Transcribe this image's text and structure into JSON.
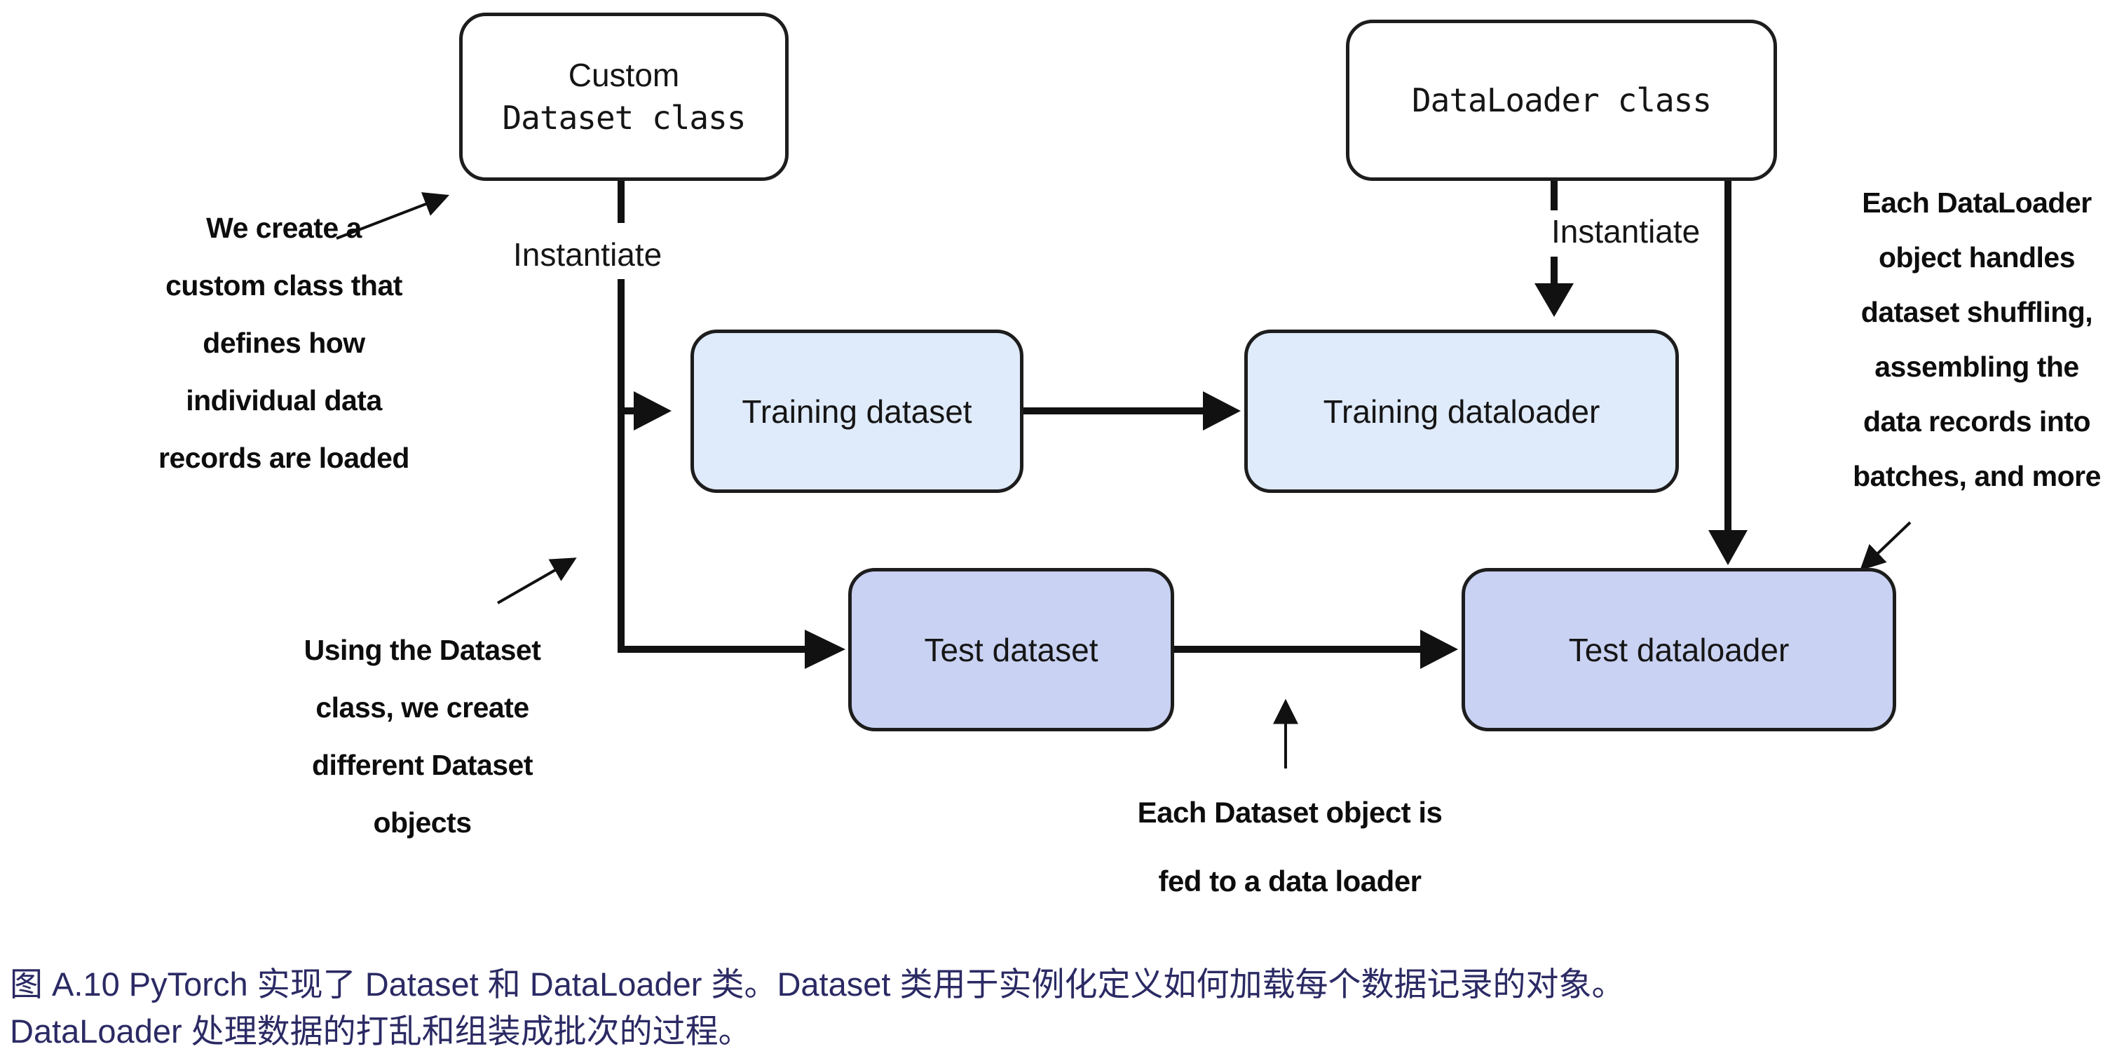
{
  "figure": {
    "boxes": {
      "custom_dataset_class": {
        "line1": "Custom",
        "line2": "Dataset class",
        "fill": "#ffffff"
      },
      "dataloader_class": {
        "label": "DataLoader class",
        "fill": "#ffffff"
      },
      "training_dataset": {
        "label": "Training dataset",
        "fill": "#dfeafa"
      },
      "training_dataloader": {
        "label": "Training dataloader",
        "fill": "#dfeafa"
      },
      "test_dataset": {
        "label": "Test dataset",
        "fill": "#c9d2f2"
      },
      "test_dataloader": {
        "label": "Test dataloader",
        "fill": "#c9d2f2"
      }
    },
    "edge_labels": {
      "instantiate_left": "Instantiate",
      "instantiate_right": "Instantiate"
    },
    "annotations": {
      "custom_note": {
        "lines": [
          "We create a",
          "custom class that",
          "defines how",
          "individual data",
          "records are loaded"
        ]
      },
      "dataset_objects_note": {
        "lines": [
          "Using the Dataset",
          "class, we create",
          "different Dataset",
          "objects"
        ]
      },
      "fed_note": {
        "lines": [
          "Each Dataset object is",
          "fed to a data loader"
        ]
      },
      "dataloader_note": {
        "lines": [
          "Each DataLoader",
          "object handles",
          "dataset shuffling,",
          "assembling the",
          "data records into",
          "batches, and more"
        ]
      }
    },
    "caption": {
      "line1": "图 A.10 PyTorch 实现了 Dataset 和 DataLoader 类。Dataset 类用于实例化定义如何加载每个数据记录的对象。",
      "line2": "DataLoader 处理数据的打乱和组装成批次的过程。",
      "color": "#2b2a64"
    },
    "colors": {
      "connector": "#111111",
      "box_border": "#1d1d1d"
    }
  }
}
